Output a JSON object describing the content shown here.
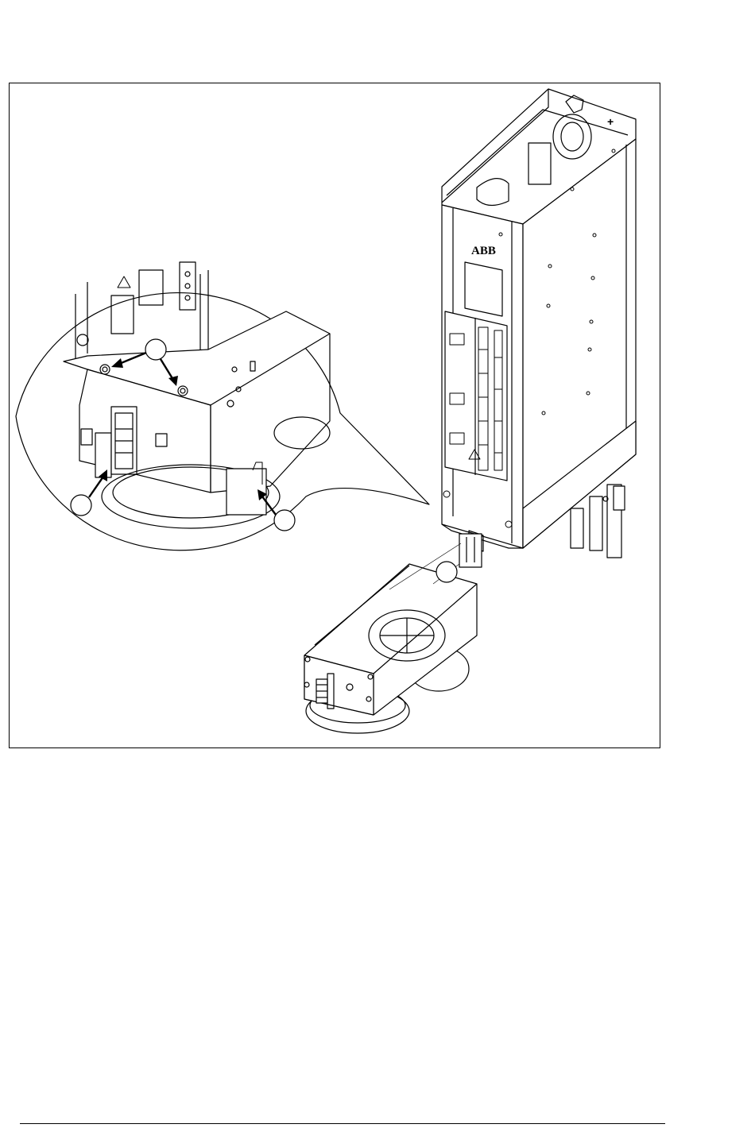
{
  "drive": {
    "brand_label": "ABB",
    "terminal_symbol": "+"
  },
  "callouts": [
    {
      "id": "screws"
    },
    {
      "id": "connector"
    },
    {
      "id": "fan-clip"
    },
    {
      "id": "fan-unit"
    }
  ],
  "colors": {
    "line": "#000000",
    "background": "#ffffff"
  },
  "icons": [
    "warning-triangle-icon",
    "arrow-icon",
    "callout-circle-icon"
  ]
}
